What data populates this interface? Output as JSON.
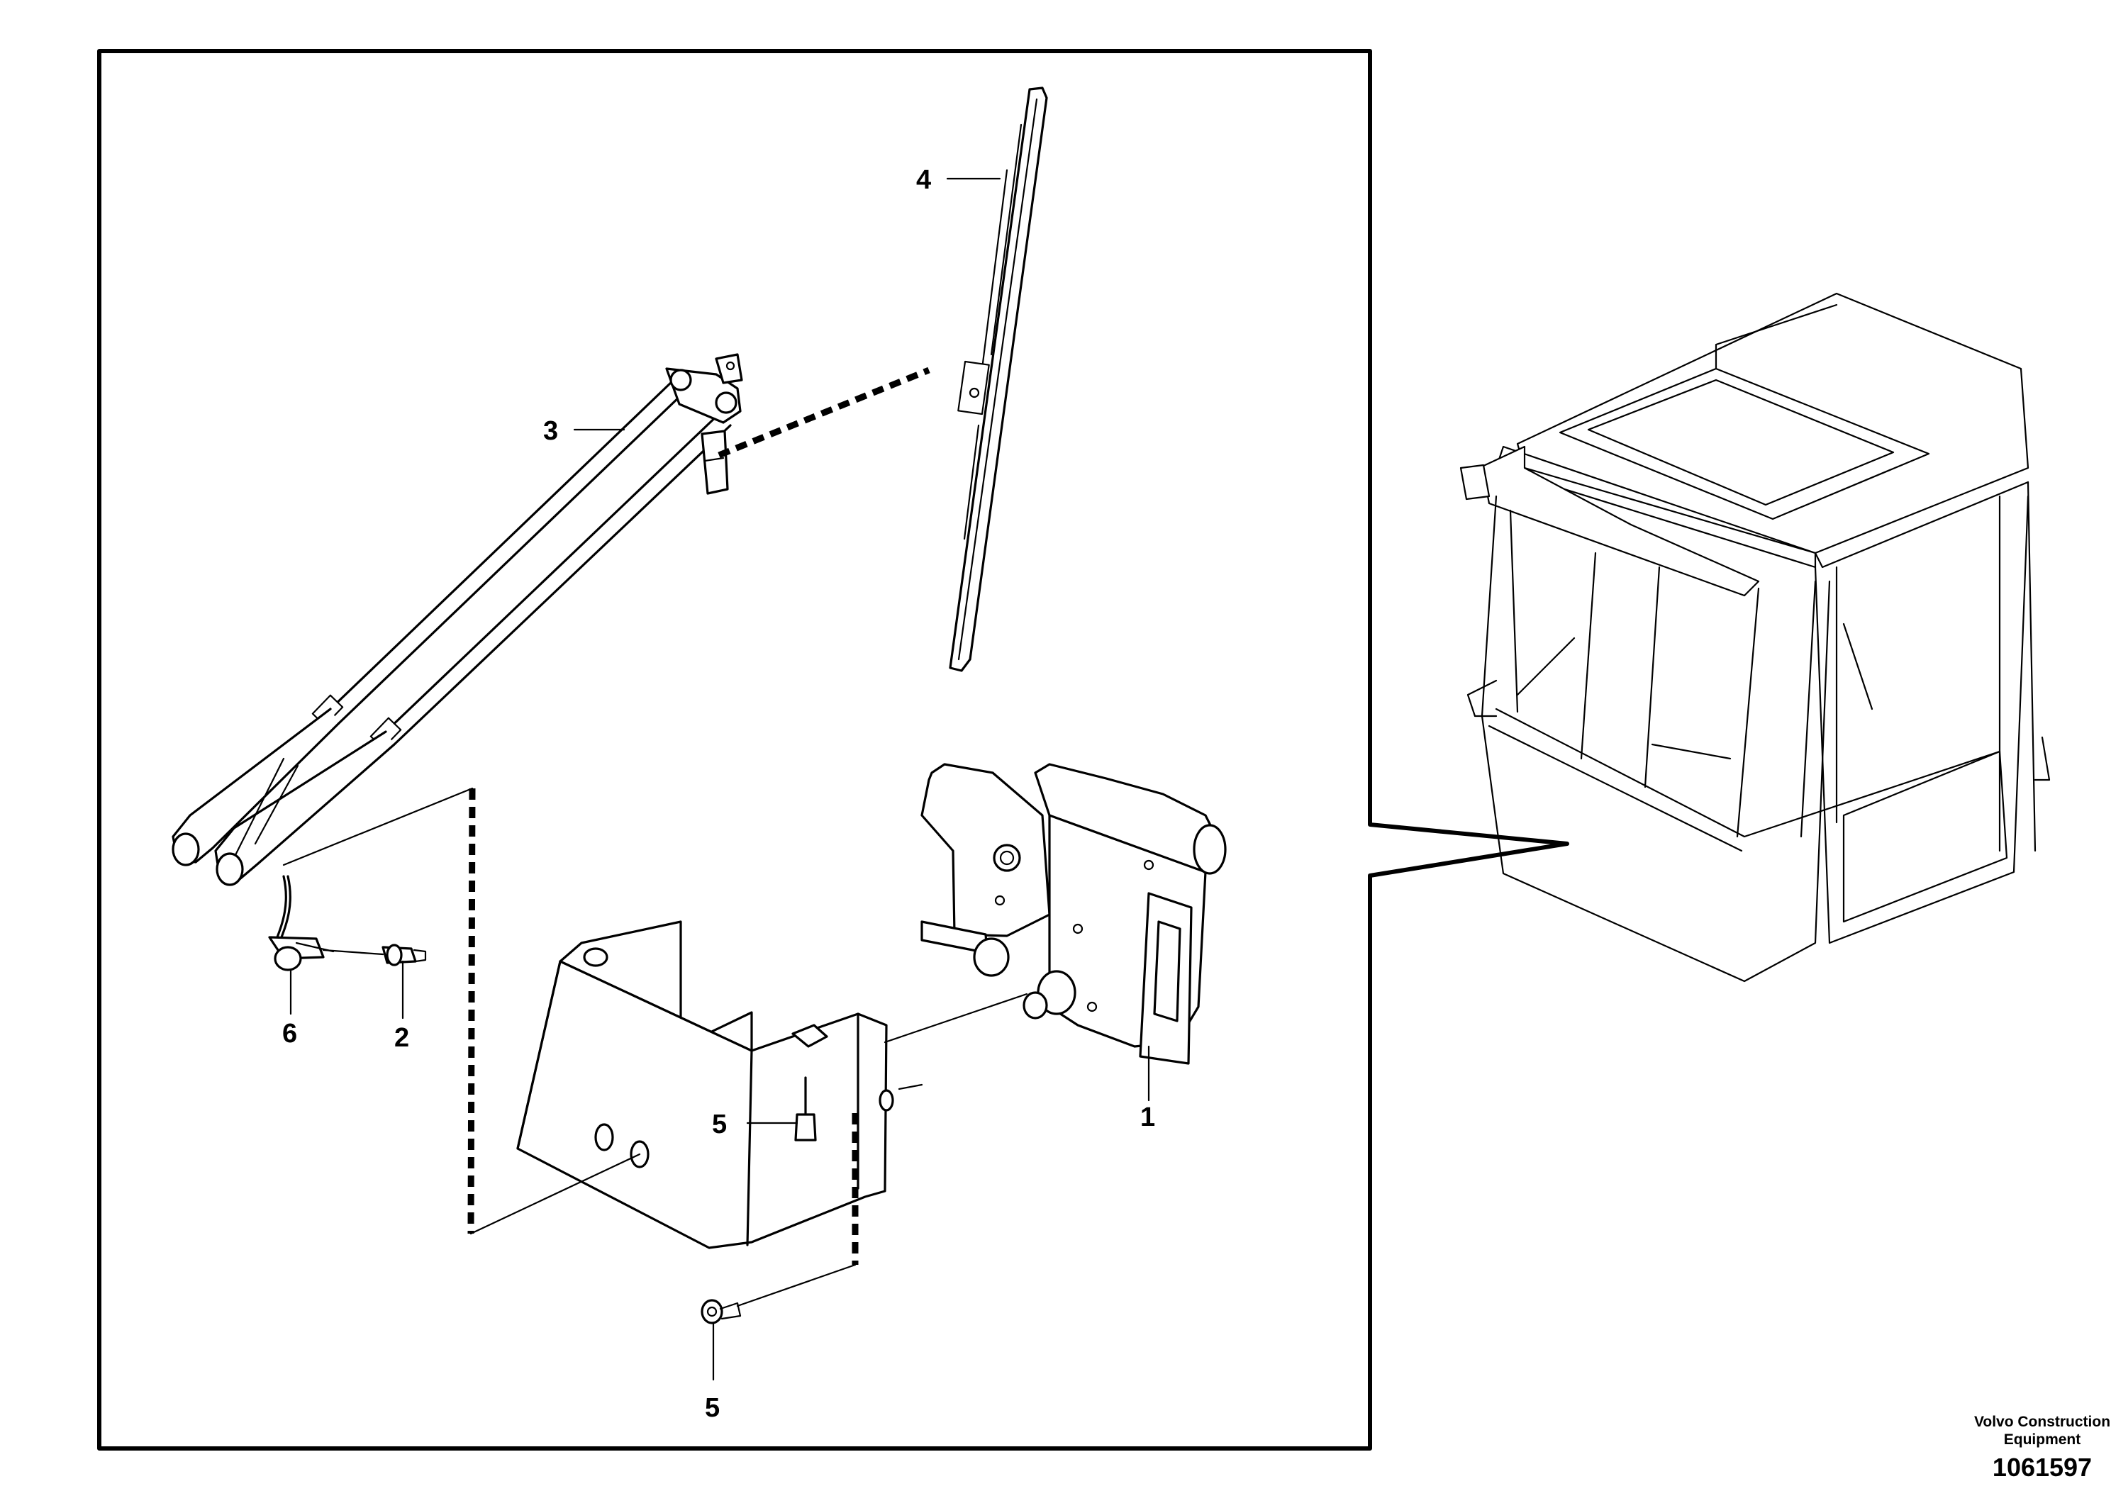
{
  "callouts": {
    "c1": "1",
    "c2": "2",
    "c3": "3",
    "c4": "4",
    "c5a": "5",
    "c5b": "5",
    "c6": "6"
  },
  "footer": {
    "company_line1": "Volvo Construction",
    "company_line2": "Equipment",
    "figure_number": "1061597"
  }
}
